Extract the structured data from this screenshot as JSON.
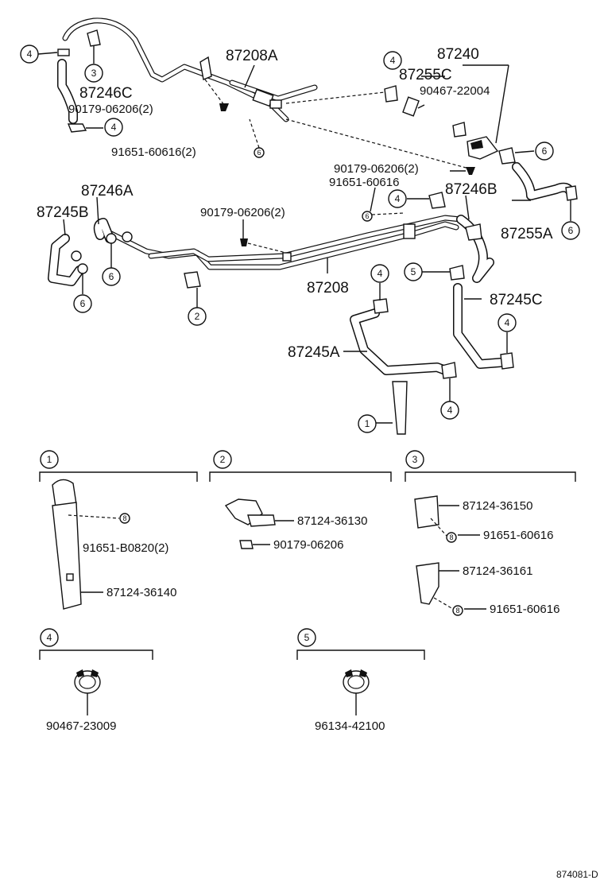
{
  "parts": {
    "p87208A": "87208A",
    "p87240": "87240",
    "p87255C": "87255C",
    "p90467_22004": "90467-22004",
    "p87246C": "87246C",
    "p90179_top": "90179-06206(2)",
    "p91651_top": "91651-60616(2)",
    "p90179_mid": "90179-06206(2)",
    "p91651_mid": "91651-60616",
    "p87246B": "87246B",
    "p87246A": "87246A",
    "p87245B": "87245B",
    "p90179_left": "90179-06206(2)",
    "p87255A": "87255A",
    "p87208": "87208",
    "p87245C": "87245C",
    "p87245A": "87245A"
  },
  "callouts": [
    "1",
    "2",
    "3",
    "4",
    "5",
    "6"
  ],
  "details": {
    "d1": {
      "num": "1",
      "parts": [
        "91651-B0820(2)",
        "87124-36140"
      ]
    },
    "d2": {
      "num": "2",
      "parts": [
        "87124-36130",
        "90179-06206"
      ]
    },
    "d3": {
      "num": "3",
      "parts": [
        "87124-36150",
        "91651-60616",
        "87124-36161",
        "91651-60616"
      ]
    },
    "d4": {
      "num": "4",
      "parts": [
        "90467-23009"
      ]
    },
    "d5": {
      "num": "5",
      "parts": [
        "96134-42100"
      ]
    }
  },
  "diagram_code": "874081-D"
}
